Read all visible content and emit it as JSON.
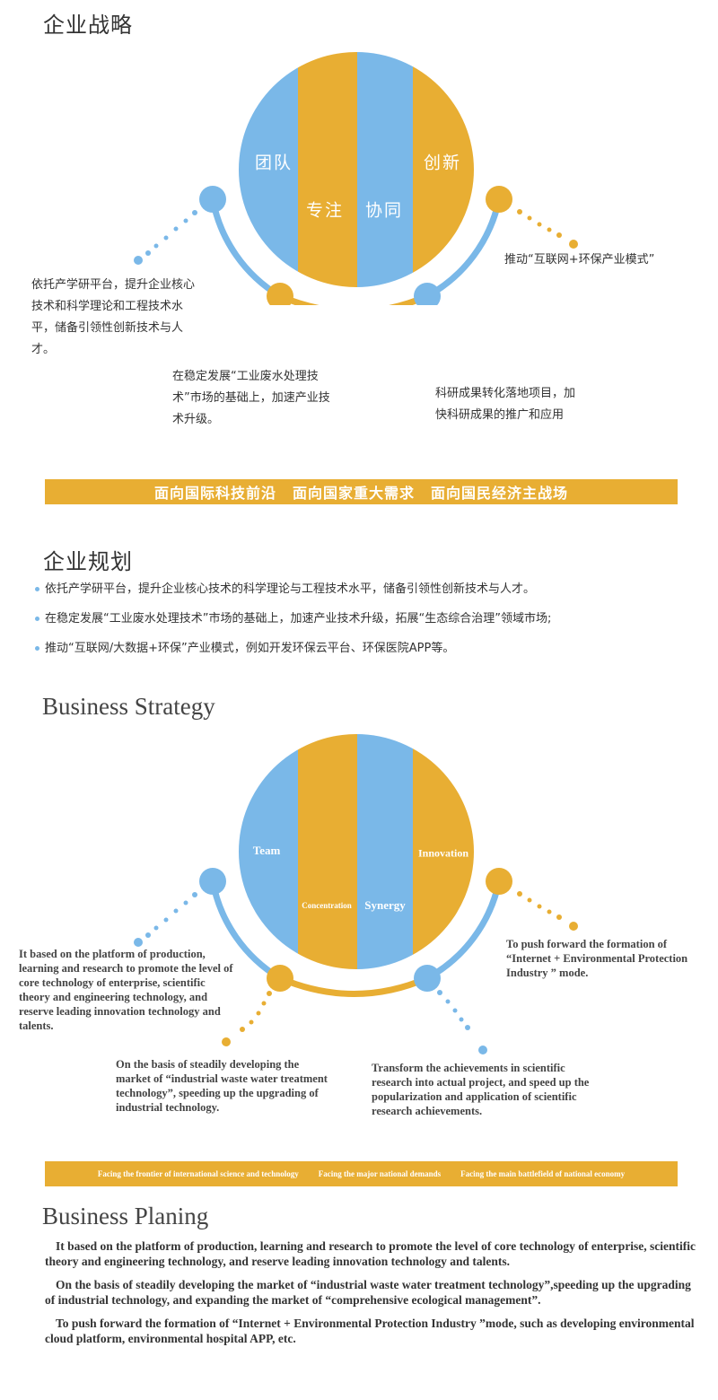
{
  "cn_strategy": {
    "title": "企业战略",
    "segments": [
      "团队",
      "专注",
      "协同",
      "创新"
    ],
    "notes": {
      "left": "依托产学研平台，提升企业核心技术和科学理论和工程技术水平，储备引领性创新技术与人才。",
      "right": "推动“互联网+环保产业模式”",
      "bottom_left": "在稳定发展“工业废水处理技术”市场的基础上，加速产业技术升级。",
      "bottom_right": "科研成果转化落地项目，加快科研成果的推广和应用"
    },
    "banner": [
      "面向国际科技前沿",
      "面向国家重大需求",
      "面向国民经济主战场"
    ]
  },
  "cn_planning": {
    "title": "企业规划",
    "items": [
      "依托产学研平台，提升企业核心技术的科学理论与工程技术水平，储备引领性创新技术与人才。",
      "在稳定发展“工业废水处理技术”市场的基础上，加速产业技术升级，拓展“生态综合治理”领域市场;",
      "推动“互联网/大数据+环保”产业模式，例如开发环保云平台、环保医院APP等。"
    ]
  },
  "en_strategy": {
    "title": "Business Strategy",
    "segments": [
      "Team",
      "Concentration",
      "Synergy",
      "Innovation"
    ],
    "notes": {
      "left": "It based on the platform of production, learning and research to promote the level of core technology of enterprise, scientific theory and engineering technology, and reserve leading innovation technology and talents.",
      "right": "To push forward the formation of “Internet + Environmental Protection Industry ” mode.",
      "bottom_left": "On the basis of steadily developing the market of “industrial waste water treatment technology”, speeding up the upgrading of industrial technology.",
      "bottom_right": "Transform the achievements in scientific research into actual project, and speed up the popularization and application of scientific research achievements."
    },
    "banner": [
      "Facing the frontier of international science and technology",
      "Facing the major national demands",
      "Facing the main battlefield of national economy"
    ]
  },
  "en_planning": {
    "title": "Business Planing",
    "paragraphs": [
      "It based on the platform of production, learning and research  to promote the level of core  technology of enterprise, scientific theory and engineering technology, and reserve  leading innovation technology and talents.",
      "On the basis of steadily developing the market of “industrial waste water treatment technology”,speeding up the upgrading of industrial technology, and expanding the market of “comprehensive ecological management”.",
      "To push forward the formation of “Internet + Environmental Protection Industry ”mode, such as developing environmental cloud platform, environmental hospital APP, etc."
    ]
  },
  "colors": {
    "blue": "#7ab8e8",
    "orange": "#e8ae33"
  }
}
